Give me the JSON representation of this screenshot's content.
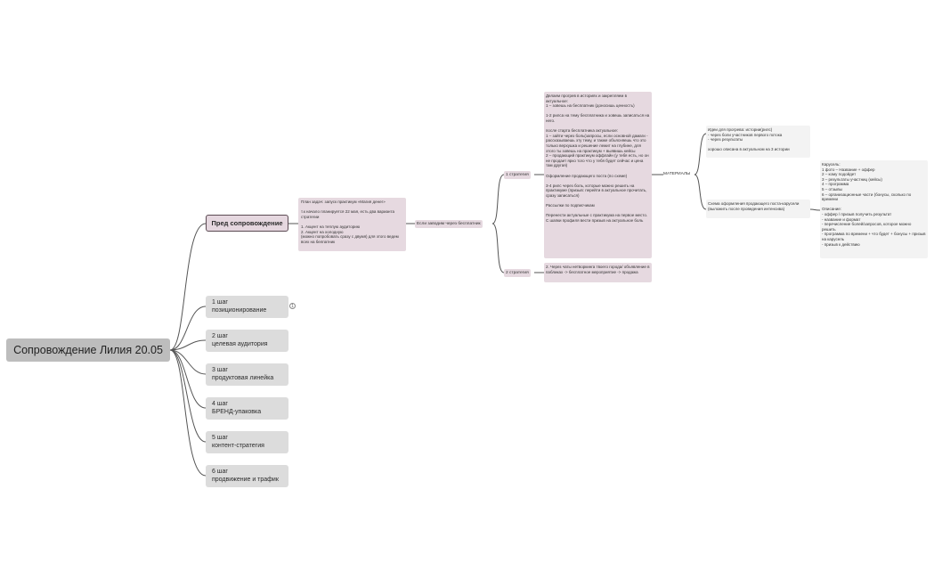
{
  "root": {
    "label": "Сопровождение Лилия 20.05"
  },
  "pre": {
    "label": "Пред сопровождение",
    "plan": "План задач: запуск практикум «Магия денег»\n\nт.к начало планируется 22 мая, есть два варианта стратегии\n\n1. Акцент на теплую аудиторию\n2. Акцент на холодную\n(можно попробовать сразу с двумя) для этого ведем всех на белпатник",
    "if_label": "Если заводим через бесплатник",
    "strategy1": "1 стратегия",
    "strategy2": "2 стратегия",
    "s1_text": "Делаем прогрев в историях и закрепляем в актуальное:\n1 – зовешь на бесплатник (доносишь ценность)\n\n1-2 рилса на тему бесплатника и зовешь записаться на него.\n\nпосле старта бесплатника актуальное:\n1 – зайти через боль(запросы, если основной дамаги - рассказываешь эту тему, и также объясняешь что это только верхушка и решение лежит на глубине, для этого ты зовешь на практикум + выявишь кейсы\n2 – продающий практикум оффлайн (у тебя есть, но он не продает ярко того что у тебя будет сейчас и цена там другая)\n\nОформление продающего поста (по схеме)\n\n3-4 рилс через боль, которые можно решить на практикуме (призыв: перейти в актуальное прочитать, сразу записаться)\n\nРассылки по подписчикам\n\nПеренести актуальные с практикума на первое место. С шапки профиля вести призыв на актуальное боль",
    "s2_text": "2. Через чаты нетворкинга твоего города/ объявление в пабликах -> бесплатное мероприятие -> продажа",
    "materials": "МАТЕРИАЛЫ",
    "ideas": "Идеи для прогрева: истории(рилс)\n- через боли участников первого потока\n- через результаты\n\nхорошо описана в актуальном на 3 истории",
    "scheme": "Схема оформления продающего поста-карусели (выложить после проведения интенсива)",
    "carousel": "Карусель:\n1 фото – Название + оффер\n2 – кому подойдет\n3 – результаты участниц (кейсы)\n4 – программа\n5 – отзывы\n6 – организационные части (бонусы, сколько по времени\n\nОписание:\n- оффер / призыв получить результат\n- название и формат\n- перечисление болей/запросов, которое можно решить\n- программа по времени + что будет + бонусы + призыв на карусель\n- призыв к действию"
  },
  "steps": [
    {
      "label": "1 шаг\nпозиционирование"
    },
    {
      "label": "2 шаг\nцелевая аудитория"
    },
    {
      "label": "3 шаг\nпродуктовая линейка"
    },
    {
      "label": "4 шаг\nБРЕНД-упаковка"
    },
    {
      "label": "5 шаг\nконтент-стратегия"
    },
    {
      "label": "6 шаг\nпродвижение и трафик"
    }
  ],
  "collapse_count": "1"
}
